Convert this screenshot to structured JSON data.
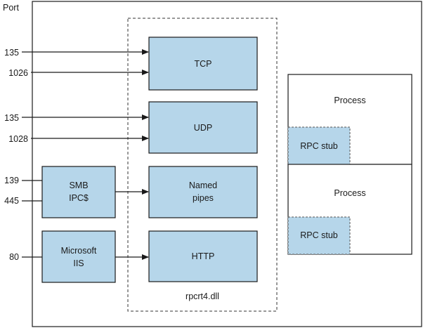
{
  "diagram": {
    "port_header": "Port",
    "ports": {
      "tcp_1": "135",
      "tcp_2": "1026",
      "udp_1": "135",
      "udp_2": "1028",
      "smb_1": "139",
      "smb_2": "445",
      "http": "80"
    },
    "services": {
      "smb_line1": "SMB",
      "smb_line2": "IPC$",
      "iis_line1": "Microsoft",
      "iis_line2": "IIS"
    },
    "transports": {
      "tcp": "TCP",
      "udp": "UDP",
      "pipes_line1": "Named",
      "pipes_line2": "pipes",
      "http": "HTTP"
    },
    "library": "rpcrt4.dll",
    "processes": [
      {
        "title": "Process",
        "stub": "RPC stub"
      },
      {
        "title": "Process",
        "stub": "RPC stub"
      }
    ],
    "colors": {
      "box_fill": "#b6d6ea",
      "stroke": "#1a1a1a"
    }
  }
}
